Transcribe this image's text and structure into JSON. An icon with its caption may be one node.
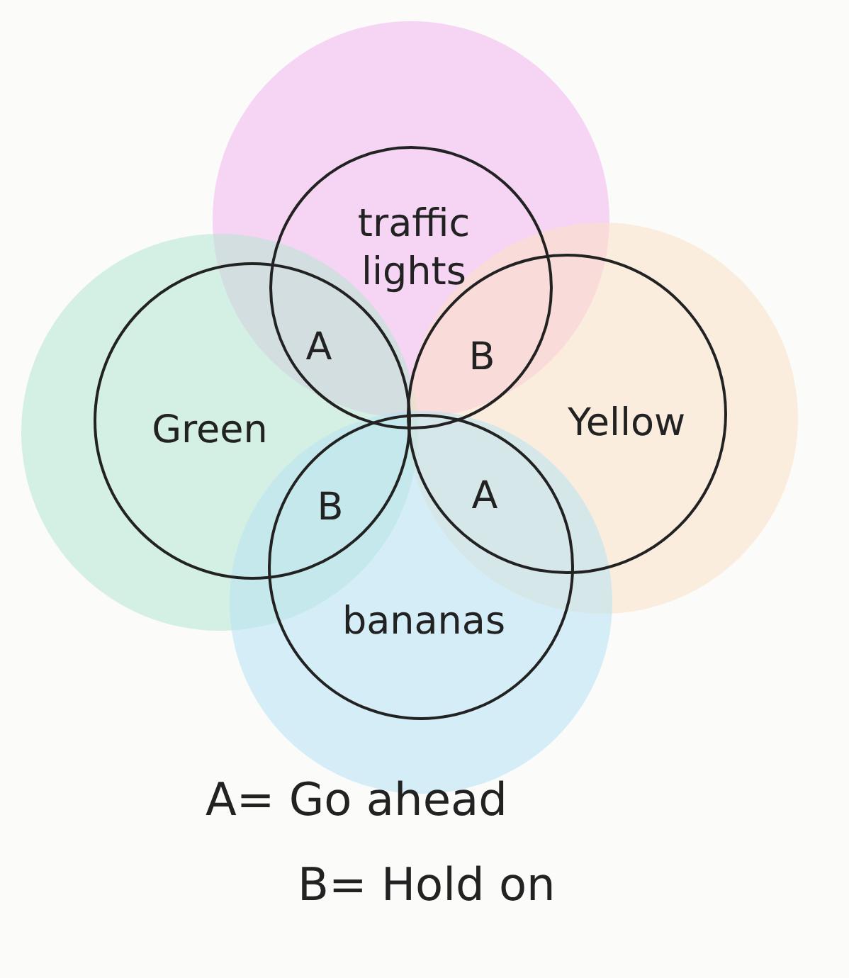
{
  "diagram": {
    "nodes": [
      {
        "text": [
          "traffic lights"
        ]
      },
      {
        "text": [
          "Green"
        ]
      },
      {
        "text": [
          "Yellow"
        ]
      },
      {
        "text": [
          "bananas"
        ]
      }
    ],
    "edges": [],
    "labels": [
      "A",
      "B",
      "B",
      "A",
      "A= Go ahead",
      "B= Hold on"
    ]
  }
}
